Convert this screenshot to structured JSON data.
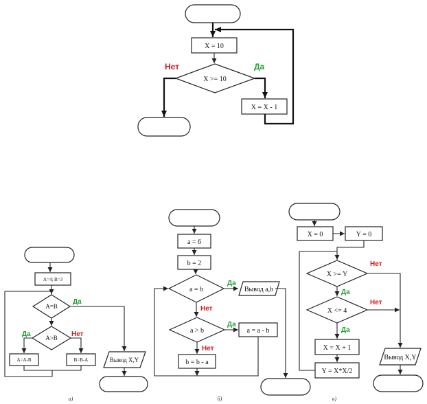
{
  "colors": {
    "yes": "#21a132",
    "no": "#d11a1a",
    "line": "#222222"
  },
  "top": {
    "assign_x": "X = 10",
    "cond": "X >= 10",
    "no": "Нет",
    "yes": "Да",
    "decrement": "X = X - 1"
  },
  "a": {
    "init": "A=4; B=3",
    "cond_eq": "A=B",
    "cond_gt": "A>B",
    "yes1": "Да",
    "yes2": "Да",
    "no2": "Нет",
    "sub_a": "A=A-B",
    "sub_b": "B=B-A",
    "output": "Вывод X,Y",
    "caption": "а)"
  },
  "b": {
    "assign_a": "a = 6",
    "assign_b": "b = 2",
    "cond_eq": "a = b",
    "yes1": "Да",
    "no1": "Нет",
    "output": "Вывод a,b",
    "cond_gt": "a > b",
    "yes2": "Да",
    "no2": "Нет",
    "sub_a": "a = a - b",
    "sub_b": "b = b - a",
    "caption": "б)"
  },
  "c": {
    "assign_x": "X = 0",
    "assign_y": "Y = 0",
    "cond_xy": "X >= Y",
    "no1": "Нет",
    "yes1": "Да",
    "cond_x4": "X <= 4",
    "no2": "Нет",
    "yes2": "Да",
    "inc": "X = X + 1",
    "calc": "Y = X*X/2",
    "output": "Вывод X,Y",
    "caption": "в)"
  }
}
